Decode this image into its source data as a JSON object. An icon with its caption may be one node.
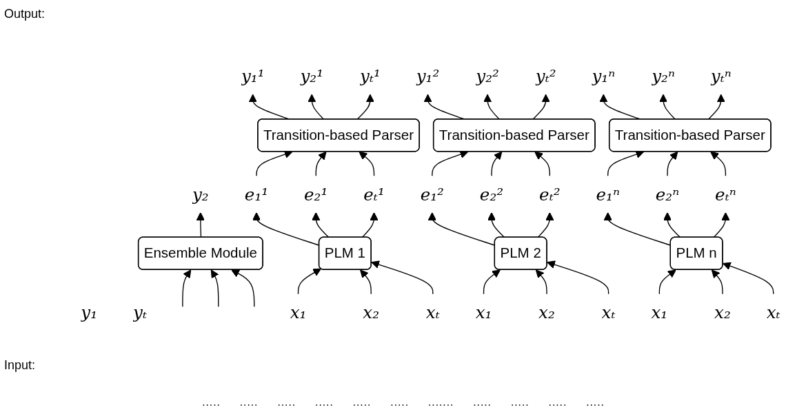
{
  "diagram": {
    "nodes": [
      {
        "text": [
          "y₁"
        ]
      },
      {
        "text": [
          "y₂"
        ]
      },
      {
        "text": [
          "yₜ"
        ]
      },
      {
        "text": [
          "Ensemble Module"
        ]
      },
      {
        "text": [
          "y₁¹"
        ]
      },
      {
        "text": [
          "y₂¹"
        ]
      },
      {
        "text": [
          "yₜ¹"
        ]
      },
      {
        "text": [
          "y₁²"
        ]
      },
      {
        "text": [
          "y₂²"
        ]
      },
      {
        "text": [
          "yₜ²"
        ]
      },
      {
        "text": [
          "y₁ⁿ"
        ]
      },
      {
        "text": [
          "y₂ⁿ"
        ]
      },
      {
        "text": [
          "yₜⁿ"
        ]
      },
      {
        "text": [
          "Transition-based Parser"
        ]
      },
      {
        "text": [
          "Transition-based Parser"
        ]
      },
      {
        "text": [
          "Transition-based Parser"
        ]
      },
      {
        "text": [
          "e₁¹"
        ]
      },
      {
        "text": [
          "e₂¹"
        ]
      },
      {
        "text": [
          "eₜ¹"
        ]
      },
      {
        "text": [
          "e₁²"
        ]
      },
      {
        "text": [
          "e₂²"
        ]
      },
      {
        "text": [
          "eₜ²"
        ]
      },
      {
        "text": [
          "e₁ⁿ"
        ]
      },
      {
        "text": [
          "e₂ⁿ"
        ]
      },
      {
        "text": [
          "eₜⁿ"
        ]
      },
      {
        "text": [
          "PLM 1"
        ]
      },
      {
        "text": [
          "PLM 2"
        ]
      },
      {
        "text": [
          "PLM n"
        ]
      },
      {
        "text": [
          "x₁"
        ]
      },
      {
        "text": [
          "x₂"
        ]
      },
      {
        "text": [
          "xₜ"
        ]
      },
      {
        "text": [
          "x₁"
        ]
      },
      {
        "text": [
          "x₂"
        ]
      },
      {
        "text": [
          "xₜ"
        ]
      },
      {
        "text": [
          "x₁"
        ]
      },
      {
        "text": [
          "x₂"
        ]
      },
      {
        "text": [
          "xₜ"
        ]
      }
    ],
    "edges": [
      {
        "from": 3,
        "to": 1,
        "arrow": "to"
      },
      {
        "from": null,
        "to": 3,
        "arrow": "to"
      },
      {
        "from": null,
        "to": 3,
        "arrow": "to"
      },
      {
        "from": null,
        "to": 3,
        "arrow": "to"
      },
      {
        "from": 28,
        "to": 25,
        "arrow": "to"
      },
      {
        "from": 29,
        "to": 25,
        "arrow": "to"
      },
      {
        "from": 30,
        "to": 25,
        "arrow": "to"
      },
      {
        "from": 25,
        "to": 16,
        "arrow": "to"
      },
      {
        "from": 25,
        "to": 17,
        "arrow": "to"
      },
      {
        "from": 25,
        "to": 18,
        "arrow": "to"
      },
      {
        "from": 16,
        "to": 13,
        "arrow": "to"
      },
      {
        "from": 17,
        "to": 13,
        "arrow": "to"
      },
      {
        "from": 18,
        "to": 13,
        "arrow": "to"
      },
      {
        "from": 13,
        "to": 4,
        "arrow": "to"
      },
      {
        "from": 13,
        "to": 5,
        "arrow": "to"
      },
      {
        "from": 13,
        "to": 6,
        "arrow": "to"
      },
      {
        "from": 31,
        "to": 26,
        "arrow": "to"
      },
      {
        "from": 32,
        "to": 26,
        "arrow": "to"
      },
      {
        "from": 33,
        "to": 26,
        "arrow": "to"
      },
      {
        "from": 26,
        "to": 19,
        "arrow": "to"
      },
      {
        "from": 26,
        "to": 20,
        "arrow": "to"
      },
      {
        "from": 26,
        "to": 21,
        "arrow": "to"
      },
      {
        "from": 19,
        "to": 14,
        "arrow": "to"
      },
      {
        "from": 20,
        "to": 14,
        "arrow": "to"
      },
      {
        "from": 21,
        "to": 14,
        "arrow": "to"
      },
      {
        "from": 14,
        "to": 7,
        "arrow": "to"
      },
      {
        "from": 14,
        "to": 8,
        "arrow": "to"
      },
      {
        "from": 14,
        "to": 9,
        "arrow": "to"
      },
      {
        "from": 34,
        "to": 27,
        "arrow": "to"
      },
      {
        "from": 35,
        "to": 27,
        "arrow": "to"
      },
      {
        "from": 36,
        "to": 27,
        "arrow": "to"
      },
      {
        "from": 27,
        "to": 22,
        "arrow": "to"
      },
      {
        "from": 27,
        "to": 23,
        "arrow": "to"
      },
      {
        "from": 27,
        "to": 24,
        "arrow": "to"
      },
      {
        "from": 22,
        "to": 15,
        "arrow": "to"
      },
      {
        "from": 23,
        "to": 15,
        "arrow": "to"
      },
      {
        "from": 24,
        "to": 15,
        "arrow": "to"
      },
      {
        "from": 15,
        "to": 10,
        "arrow": "to"
      },
      {
        "from": 15,
        "to": 11,
        "arrow": "to"
      },
      {
        "from": 15,
        "to": 12,
        "arrow": "to"
      }
    ],
    "labels": [
      "Output:",
      "·····",
      "·····",
      "·····",
      "·····",
      "·····",
      "·····",
      "·······",
      "·····",
      "Input:",
      "·····",
      "·····",
      "·····"
    ]
  }
}
